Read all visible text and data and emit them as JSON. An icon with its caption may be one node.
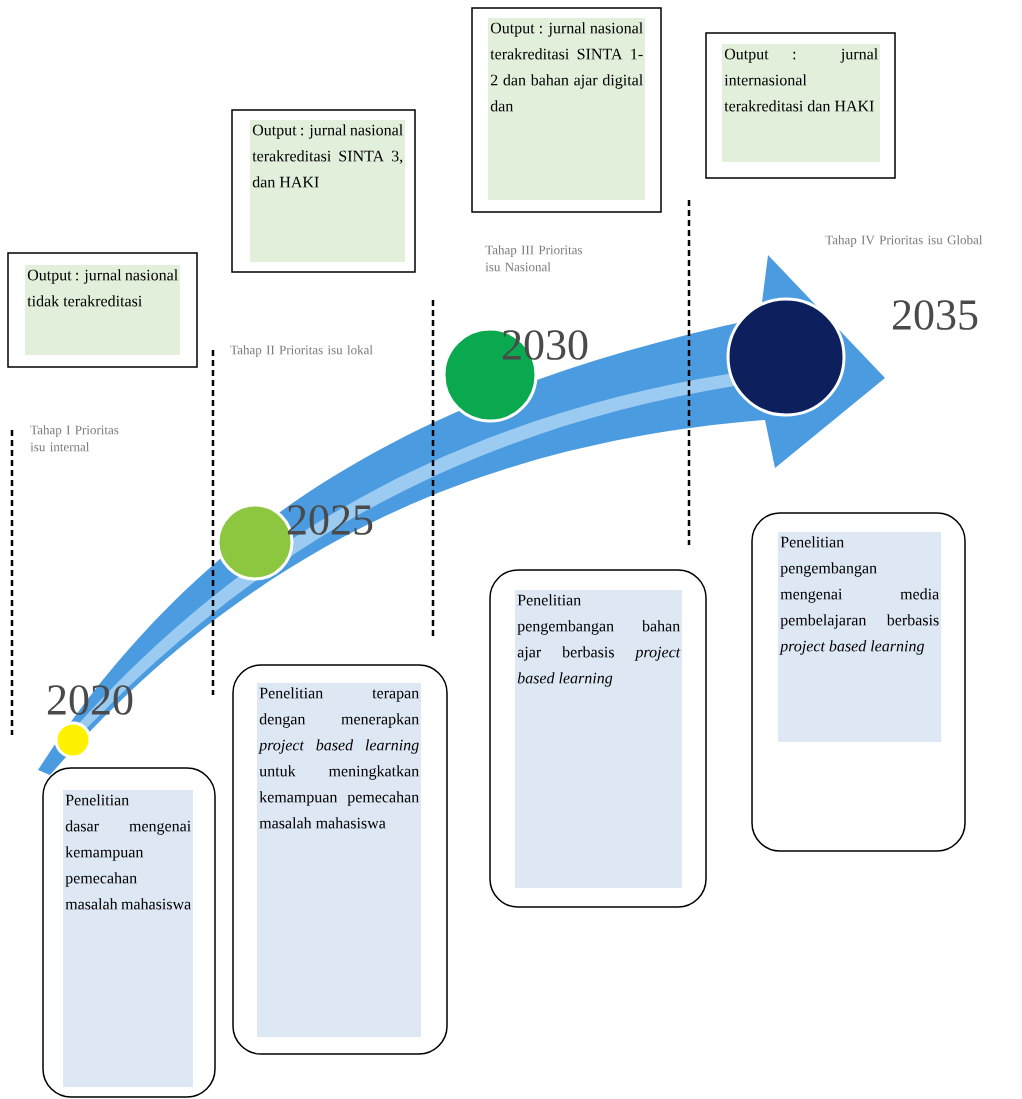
{
  "diagram": {
    "nodes": [
      {
        "text": [
          "Output : jurnal nasional tidak terakreditasi"
        ]
      },
      {
        "text": [
          "Output : jurnal nasional terakreditasi SINTA 3, dan HAKI"
        ]
      },
      {
        "text": [
          "Output : jurnal nasional terakreditasi SINTA 1-2 dan bahan ajar digital dan"
        ]
      },
      {
        "text": [
          "Output : jurnal internasional terakreditasi dan HAKI"
        ]
      },
      {
        "text": [],
        "shape": "circle",
        "beside": [
          "2020"
        ]
      },
      {
        "text": [],
        "shape": "circle",
        "beside": [
          "2025"
        ]
      },
      {
        "text": [],
        "shape": "circle",
        "beside": [
          "2030"
        ]
      },
      {
        "text": [],
        "shape": "circle",
        "beside": [
          "2035"
        ]
      },
      {
        "text": [
          "Penelitian dasar mengenai kemampuan pemecahan masalah mahasiswa"
        ]
      },
      {
        "text": [
          "Penelitian terapan dengan menerapkan *project based learning* untuk meningkatkan kemampuan pemecahan masalah mahasiswa"
        ]
      },
      {
        "text": [
          "Penelitian pengembangan bahan ajar berbasis *project based learning*"
        ]
      },
      {
        "text": [
          "Penelitian pengembangan mengenai media pembelajaran berbasis *project based learning*"
        ]
      }
    ],
    "labels": [
      "Tahap IV Prioritas isu Global",
      "Tahap III Prioritas isu Nasional",
      "Tahap II Prioritas isu lokal",
      "Tahap I Prioritas isu internal"
    ]
  }
}
